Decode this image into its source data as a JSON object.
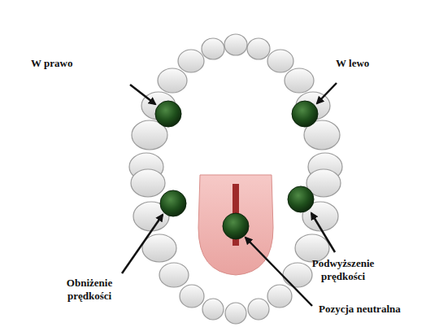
{
  "diagram": {
    "labels": [
      "W prawo",
      "W lewo",
      "Obniżenie prędkości",
      "Podwyższenie prędkości",
      "Pozycja neutralna"
    ]
  }
}
